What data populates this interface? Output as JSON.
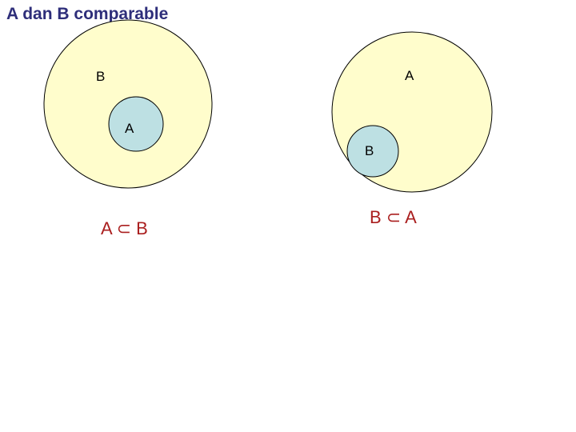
{
  "title": "A dan B comparable",
  "colors": {
    "title": "#2e2e7a",
    "outer_fill": "#fffdcc",
    "inner_fill": "#bde0e3",
    "outline": "#000000",
    "relation_text": "#aa1f1f"
  },
  "left_diagram": {
    "outer_label": "B",
    "inner_label": "A",
    "relation": "A ⊂ B"
  },
  "right_diagram": {
    "outer_label": "A",
    "inner_label": "B",
    "relation": "B ⊂ A"
  }
}
